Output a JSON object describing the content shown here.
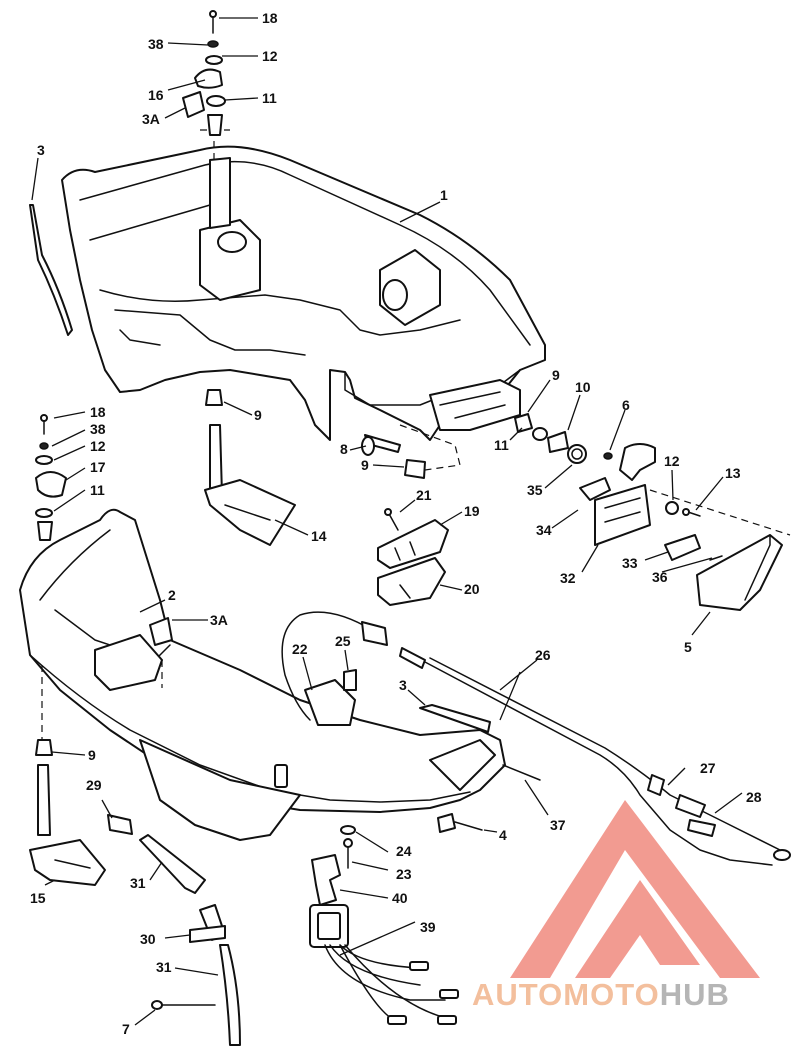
{
  "callouts": [
    {
      "id": "c18a",
      "text": "18"
    },
    {
      "id": "c38a",
      "text": "38"
    },
    {
      "id": "c12a",
      "text": "12"
    },
    {
      "id": "c16",
      "text": "16"
    },
    {
      "id": "c11a",
      "text": "11"
    },
    {
      "id": "c3Aa",
      "text": "3A"
    },
    {
      "id": "c3a",
      "text": "3"
    },
    {
      "id": "c1",
      "text": "1"
    },
    {
      "id": "c9a",
      "text": "9"
    },
    {
      "id": "c9b",
      "text": "9"
    },
    {
      "id": "c10",
      "text": "10"
    },
    {
      "id": "c6",
      "text": "6"
    },
    {
      "id": "c8",
      "text": "8"
    },
    {
      "id": "c9c",
      "text": "9"
    },
    {
      "id": "c11b",
      "text": "11"
    },
    {
      "id": "c35",
      "text": "35"
    },
    {
      "id": "c12b",
      "text": "12"
    },
    {
      "id": "c13",
      "text": "13"
    },
    {
      "id": "c18b",
      "text": "18"
    },
    {
      "id": "c38b",
      "text": "38"
    },
    {
      "id": "c12c",
      "text": "12"
    },
    {
      "id": "c17",
      "text": "17"
    },
    {
      "id": "c11c",
      "text": "11"
    },
    {
      "id": "c14",
      "text": "14"
    },
    {
      "id": "c21",
      "text": "21"
    },
    {
      "id": "c19",
      "text": "19"
    },
    {
      "id": "c34",
      "text": "34"
    },
    {
      "id": "c32",
      "text": "32"
    },
    {
      "id": "c33",
      "text": "33"
    },
    {
      "id": "c36",
      "text": "36"
    },
    {
      "id": "c20",
      "text": "20"
    },
    {
      "id": "c2",
      "text": "2"
    },
    {
      "id": "c3Ab",
      "text": "3A"
    },
    {
      "id": "c5",
      "text": "5"
    },
    {
      "id": "c22",
      "text": "22"
    },
    {
      "id": "c25",
      "text": "25"
    },
    {
      "id": "c26",
      "text": "26"
    },
    {
      "id": "c3b",
      "text": "3"
    },
    {
      "id": "c9d",
      "text": "9"
    },
    {
      "id": "c27",
      "text": "27"
    },
    {
      "id": "c28",
      "text": "28"
    },
    {
      "id": "c29",
      "text": "29"
    },
    {
      "id": "c37",
      "text": "37"
    },
    {
      "id": "c4",
      "text": "4"
    },
    {
      "id": "c24",
      "text": "24"
    },
    {
      "id": "c23",
      "text": "23"
    },
    {
      "id": "c15",
      "text": "15"
    },
    {
      "id": "c31a",
      "text": "31"
    },
    {
      "id": "c40",
      "text": "40"
    },
    {
      "id": "c39",
      "text": "39"
    },
    {
      "id": "c30",
      "text": "30"
    },
    {
      "id": "c31b",
      "text": "31"
    },
    {
      "id": "c7",
      "text": "7"
    }
  ],
  "watermark": {
    "text_part1": "AUTOMOTO",
    "text_part2": "HUB",
    "color_primary": "#f08a7e",
    "color_secondary": "#f2b48c",
    "color_tertiary": "#a9a9a9"
  }
}
